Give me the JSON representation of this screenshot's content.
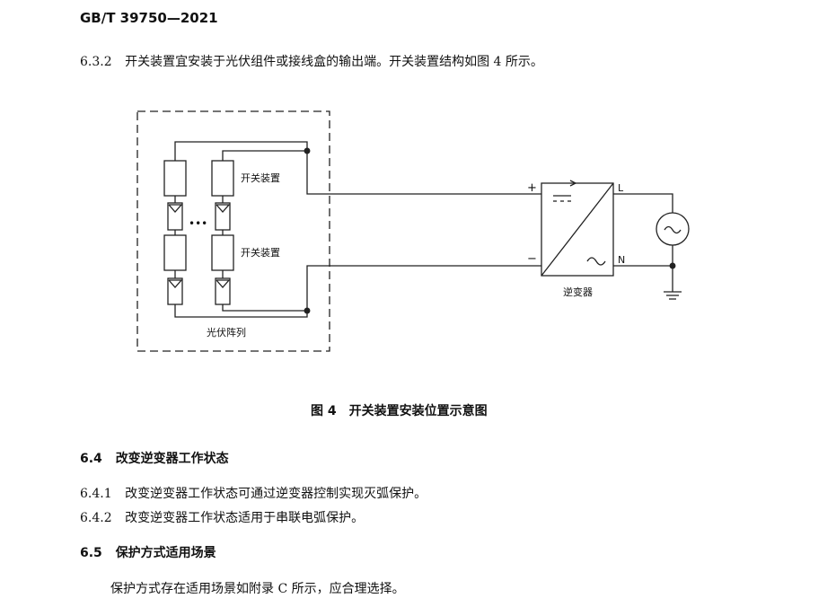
{
  "header": {
    "standard": "GB/T 39750—2021"
  },
  "p632": {
    "num": "6.3.2",
    "text": "开关装置宜安装于光伏组件或接线盒的输出端。开关装置结构如图 4 所示。"
  },
  "figure": {
    "switch_label_1": "开关装置",
    "switch_label_2": "开关装置",
    "ellipsis": "•••",
    "array_label": "光伏阵列",
    "plus": "+",
    "minus": "−",
    "l_label": "L",
    "n_label": "N",
    "dc_symbol": "⎓",
    "ac_symbol": "~",
    "source_symbol": "~",
    "inverter_label": "逆变器",
    "caption": "图 4　开关装置安装位置示意图"
  },
  "s64": {
    "num": "6.4",
    "title": "改变逆变器工作状态"
  },
  "p641": {
    "num": "6.4.1",
    "text": "改变逆变器工作状态可通过逆变器控制实现灭弧保护。"
  },
  "p642": {
    "num": "6.4.2",
    "text": "改变逆变器工作状态适用于串联电弧保护。"
  },
  "s65": {
    "num": "6.5",
    "title": "保护方式适用场景"
  },
  "p65": {
    "text": "保护方式存在适用场景如附录 C 所示，应合理选择。"
  }
}
